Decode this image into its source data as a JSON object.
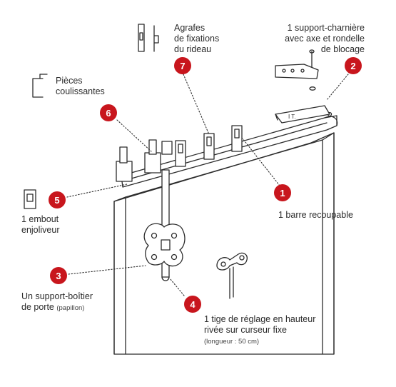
{
  "colors": {
    "accent": "#c8161d",
    "line": "#2b2b2b",
    "fill": "#ffffff"
  },
  "badges": [
    "1",
    "2",
    "3",
    "4",
    "5",
    "6",
    "7"
  ],
  "labels": {
    "agrafes": "Agrafes\nde fixations\ndu rideau",
    "support_charniere": "1 support-charnière\navec axe et rondelle\nde blocage",
    "pieces": "Pièces\ncoulissantes",
    "embout": "1 embout\nenjoliveur",
    "barre": "1 barre recoupable",
    "boitier_main": "Un support-boîtier\nde porte ",
    "boitier_sub": "(papillon)",
    "tige_main": "1 tige de réglage en hauteur\nrivée sur curseur fixe",
    "tige_sub": "(longueur : 50 cm)"
  }
}
